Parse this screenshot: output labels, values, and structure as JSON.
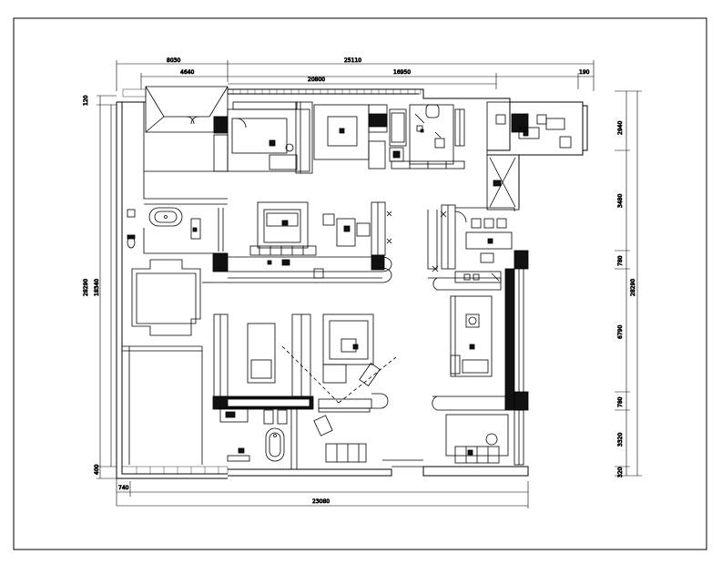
{
  "dimensions": {
    "top_row1": [
      "8030",
      "25110"
    ],
    "top_row2": [
      "4640",
      "16950",
      "190"
    ],
    "top_row3": [
      "20800"
    ],
    "bottom": [
      "740",
      "23080"
    ],
    "left_outer": [
      "120",
      "28290",
      "400"
    ],
    "left_inner": [
      "18340"
    ],
    "right_segments": [
      "2940",
      "3480",
      "780",
      "6790",
      "780",
      "3320",
      "320"
    ],
    "right_total": [
      "28290"
    ]
  },
  "colors": {
    "ink": "#000000",
    "paper": "#ffffff",
    "fill": "#111111"
  }
}
